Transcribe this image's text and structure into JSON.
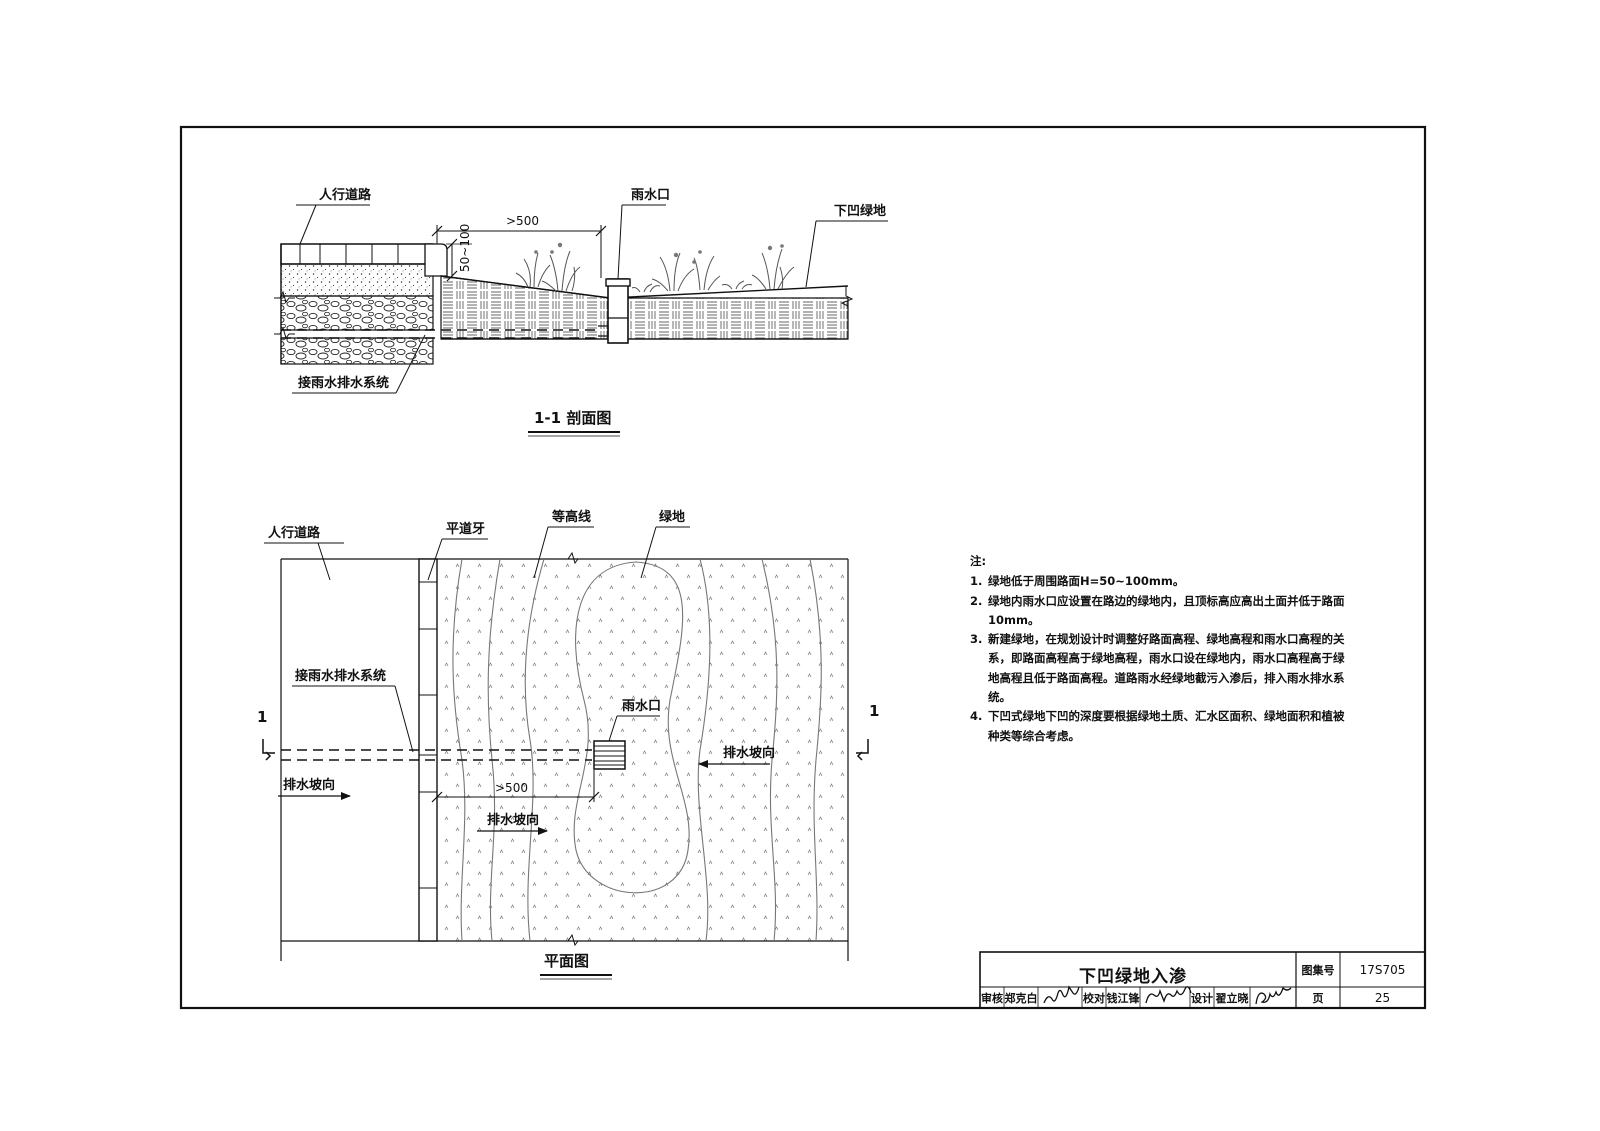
{
  "section": {
    "title": "1-1 剖面图",
    "labels": {
      "sidewalk": "人行道路",
      "inlet": "雨水口",
      "sunken_greenbelt": "下凹绿地",
      "drain_system": "接雨水排水系统"
    },
    "dims": {
      "distance": ">500",
      "depth": "50~100"
    }
  },
  "plan": {
    "title": "平面图",
    "labels": {
      "sidewalk": "人行道路",
      "flat_curb": "平道牙",
      "contour": "等高线",
      "greenbelt": "绿地",
      "drain_system": "接雨水排水系统",
      "inlet": "雨水口",
      "slope_right": "排水坡向",
      "slope_left": "排水坡向",
      "slope_bottom": "排水坡向"
    },
    "dims": {
      "distance": ">500"
    },
    "section_marks": [
      "1",
      "1"
    ]
  },
  "notes": {
    "heading": "注:",
    "items": [
      {
        "num": "1.",
        "text": "绿地低于周围路面H=50~100mm。"
      },
      {
        "num": "2.",
        "text": "绿地内雨水口应设置在路边的绿地内，且顶标高应高出土面并低于路面10mm。"
      },
      {
        "num": "3.",
        "text": "新建绿地，在规划设计时调整好路面高程、绿地高程和雨水口高程的关系，即路面高程高于绿地高程，雨水口设在绿地内，雨水口高程高于绿地高程且低于路面高程。道路雨水经绿地截污入渗后，排入雨水排水系统。"
      },
      {
        "num": "4.",
        "text": "下凹式绿地下凹的深度要根据绿地土质、汇水区面积、绿地面积和植被种类等综合考虑。"
      }
    ]
  },
  "title_block": {
    "drawing_title": "下凹绿地入渗",
    "atlas_label": "图集号",
    "atlas_no": "17S705",
    "page_label": "页",
    "page_no": "25",
    "review_label": "审核",
    "reviewer": "郑克白",
    "check_label": "校对",
    "checker": "钱江锋",
    "design_label": "设计",
    "designer": "翟立晓"
  }
}
